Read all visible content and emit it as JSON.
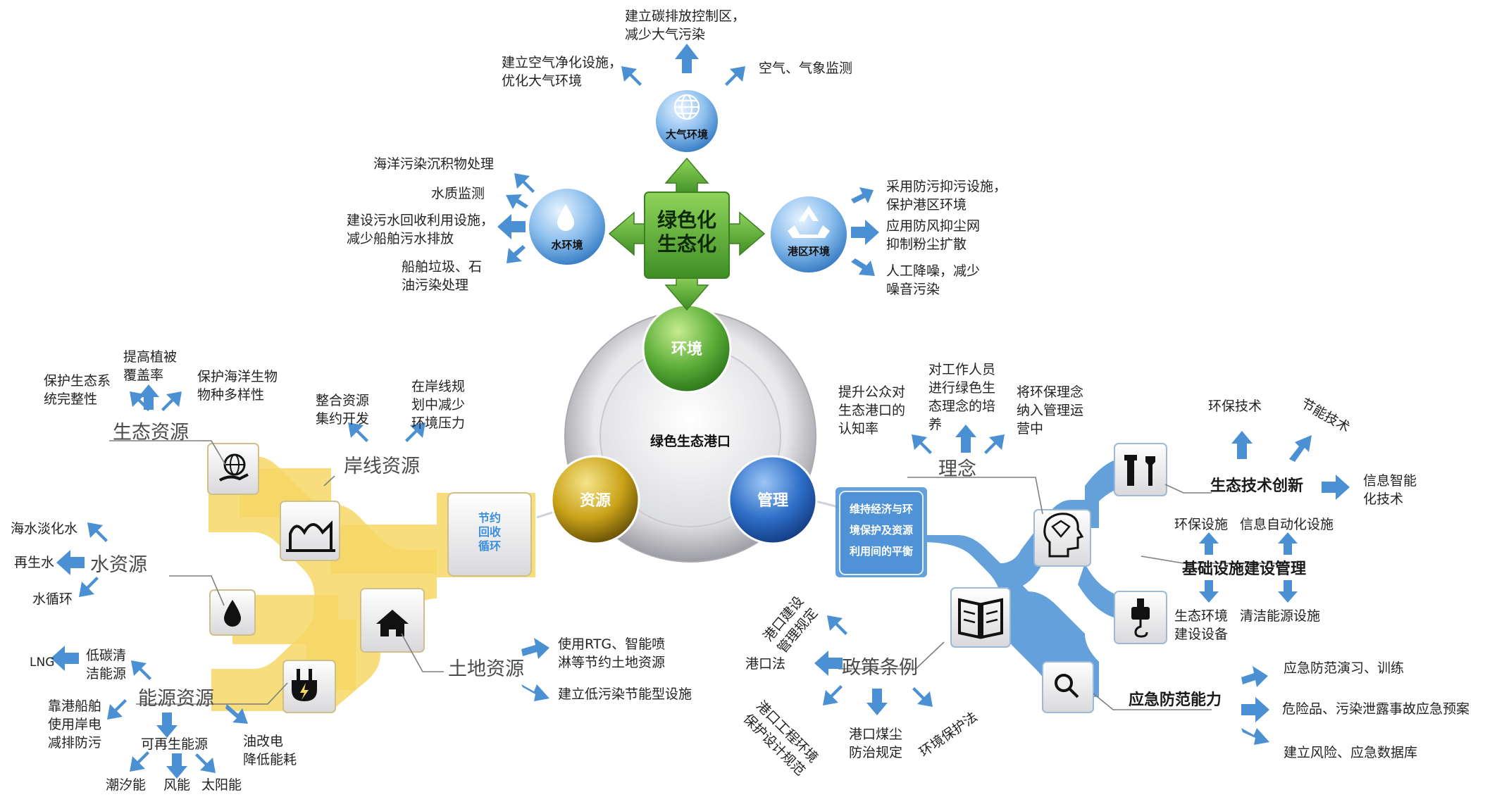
{
  "center": {
    "title": "绿色生态港口",
    "env": "环境",
    "res": "资源",
    "mgmt": "管理"
  },
  "green_hub": {
    "label": "绿色化\n生态化"
  },
  "sub_circles": {
    "air": "大气环境",
    "water": "水环境",
    "port": "港区环境"
  },
  "air_items": {
    "top": "建立碳排放控制区，\n减少大气污染",
    "left": "建立空气净化设施，\n优化大气环境",
    "right": "空气、气象监测"
  },
  "water_items": {
    "i1": "海洋污染沉积物处理",
    "i2": "水质监测",
    "i3": "建设污水回收利用设施，\n减少船舶污水排放",
    "i4": "船舶垃圾、石\n油污染处理"
  },
  "port_items": {
    "i1": "采用防污抑污设施，\n保护港区环境",
    "i2": "应用防风抑尘网\n抑制粉尘扩散",
    "i3": "人工降噪，减少\n噪音污染"
  },
  "resources": {
    "center_box": "节约\n回收\n循环",
    "eco": {
      "heading": "生态资源",
      "items": [
        "保护生态系\n统完整性",
        "提高植被\n覆盖率",
        "保护海洋生物\n物种多样性"
      ]
    },
    "shore": {
      "heading": "岸线资源",
      "items": [
        "整合资源\n集约开发",
        "在岸线规\n划中减少\n环境压力"
      ]
    },
    "water": {
      "heading": "水资源",
      "items": [
        "海水淡化水",
        "再生水",
        "水循环"
      ]
    },
    "land": {
      "heading": "土地资源",
      "items": [
        "使用RTG、智能喷\n淋等节约土地资源",
        "建立低污染节能型设施"
      ]
    },
    "energy": {
      "heading": "能源资源",
      "items": [
        "LNG",
        "低碳清\n洁能源",
        "靠港船舶\n使用岸电\n减排防污",
        "可再生能源",
        "油改电\n降低能耗",
        "潮汐能",
        "风能",
        "太阳能"
      ]
    }
  },
  "management": {
    "center_box": "维持经济与环\n境保护及资源\n利用间的平衡",
    "concept": {
      "heading": "理念",
      "items": [
        "提升公众对\n生态港口的\n认知率",
        "对工作人员\n进行绿色生\n态理念的培\n养",
        "将环保理念\n纳入管理运\n营中"
      ]
    },
    "policy": {
      "heading": "政策条例",
      "items": [
        "港口建设\n管理规定",
        "港口法",
        "港口工程环境\n保护设计规范",
        "港口煤尘\n防治规定",
        "环境保护法"
      ]
    },
    "tech": {
      "heading": "生态技术创新",
      "items": [
        "环保技术",
        "节能技术",
        "信息智能\n化技术"
      ]
    },
    "infra": {
      "heading": "基础设施建设管理",
      "items": [
        "环保设施",
        "信息自动化设施",
        "生态环境\n建设设备",
        "清洁能源设施"
      ]
    },
    "emergency": {
      "heading": "应急防范能力",
      "items": [
        "应急防范演习、训练",
        "危险品、污染泄露事故应急预案",
        "建立风险、应急数据库"
      ]
    }
  },
  "colors": {
    "arrow_blue": "#4a90d2",
    "res_yellow": "#f6d765",
    "mgmt_blue": "#4f93d6",
    "green_circle": "#5dae3a",
    "gold_circle": "#c9a218",
    "blue_circle": "#2f6fc8",
    "hub_green": "#6dbb3e"
  },
  "icons": [
    "globe-icon",
    "water-drop-icon",
    "recycle-icon",
    "hand-globe-icon",
    "landscape-icon",
    "drop-icon",
    "house-icon",
    "plug-icon",
    "tools-icon",
    "head-gear-icon",
    "book-icon",
    "crane-hook-icon",
    "magnifier-icon"
  ]
}
